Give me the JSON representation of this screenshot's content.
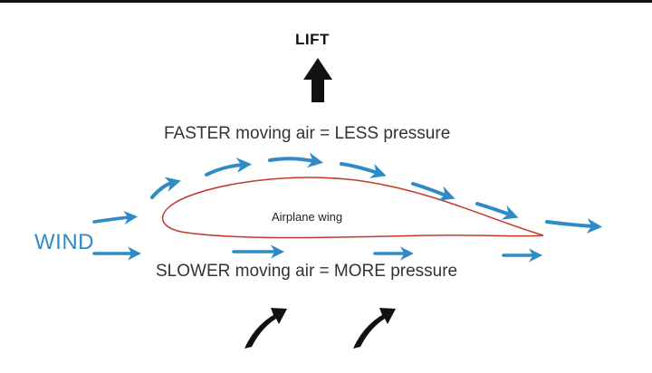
{
  "labels": {
    "lift": "LIFT",
    "faster": "FASTER moving air = LESS pressure",
    "slower": "SLOWER moving air = MORE pressure",
    "wing": "Airplane wing",
    "wind": "WIND"
  },
  "colors": {
    "airflow_arrow": "#2e8bc7",
    "wing_outline": "#c0392b",
    "force_arrow": "#111111",
    "text": "#333333"
  },
  "icons": {
    "lift": "up-arrow-icon",
    "pressure_push": "curved-up-arrow-icon"
  }
}
